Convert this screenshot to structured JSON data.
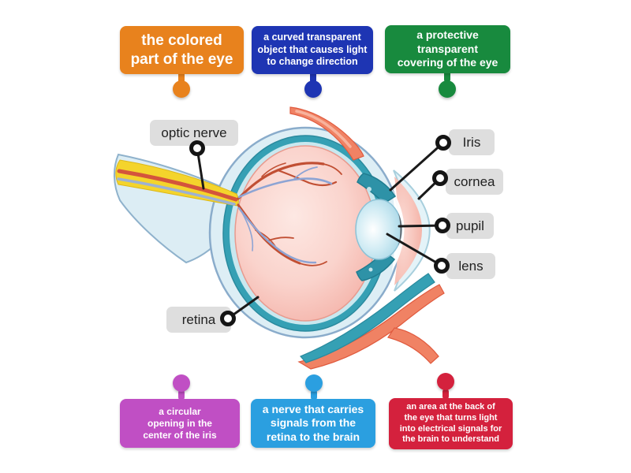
{
  "activity": {
    "kind": "labelled-diagram",
    "subject": "human eye anatomy"
  },
  "definition_cards": [
    {
      "id": "iris-definition",
      "text": "the colored\npart of the eye",
      "color": "#e8821d",
      "pin_side": "bottom"
    },
    {
      "id": "lens-definition",
      "text": "a curved transparent\nobject that causes light\nto change direction",
      "color": "#1e35b3",
      "pin_side": "bottom"
    },
    {
      "id": "cornea-definition",
      "text": "a protective\ntransparent\ncovering of the eye",
      "color": "#188a3e",
      "pin_side": "bottom"
    },
    {
      "id": "pupil-definition",
      "text": "a circular\nopening in the\ncenter of the iris",
      "color": "#c04fc4",
      "pin_side": "top"
    },
    {
      "id": "optic-nerve-definition",
      "text": "a nerve that carries\nsignals from the\nretina to the brain",
      "color": "#2b9fe0",
      "pin_side": "top"
    },
    {
      "id": "retina-definition",
      "text": "an area at the back of\nthe eye that turns light\ninto electrical signals for\nthe brain to understand",
      "color": "#d4213d",
      "pin_side": "top"
    }
  ],
  "diagram_labels": [
    {
      "id": "optic-nerve",
      "text": "optic nerve"
    },
    {
      "id": "iris",
      "text": "Iris"
    },
    {
      "id": "cornea",
      "text": "cornea"
    },
    {
      "id": "pupil",
      "text": "pupil"
    },
    {
      "id": "lens",
      "text": "lens"
    },
    {
      "id": "retina",
      "text": "retina"
    }
  ],
  "palette": {
    "background": "#ffffff",
    "label_pill_bg": "#dedede",
    "label_text": "#222222",
    "connector_line": "#1a1a1a",
    "target_ring": "#151515",
    "eye_sclera": "#ddeef5",
    "eye_choroid_teal": "#35a0b4",
    "eye_inner_pale": "#c9e8ef",
    "eye_vitreous_pink": "#f5c0b7",
    "vessel_red": "#c14f33",
    "vessel_blue": "#8da4d4",
    "optic_nerve_yellow": "#f4d42c",
    "muscle_salmon": "#f08264",
    "lens_blue": "#8ec9de",
    "pupil_gray": "#5e646b"
  }
}
